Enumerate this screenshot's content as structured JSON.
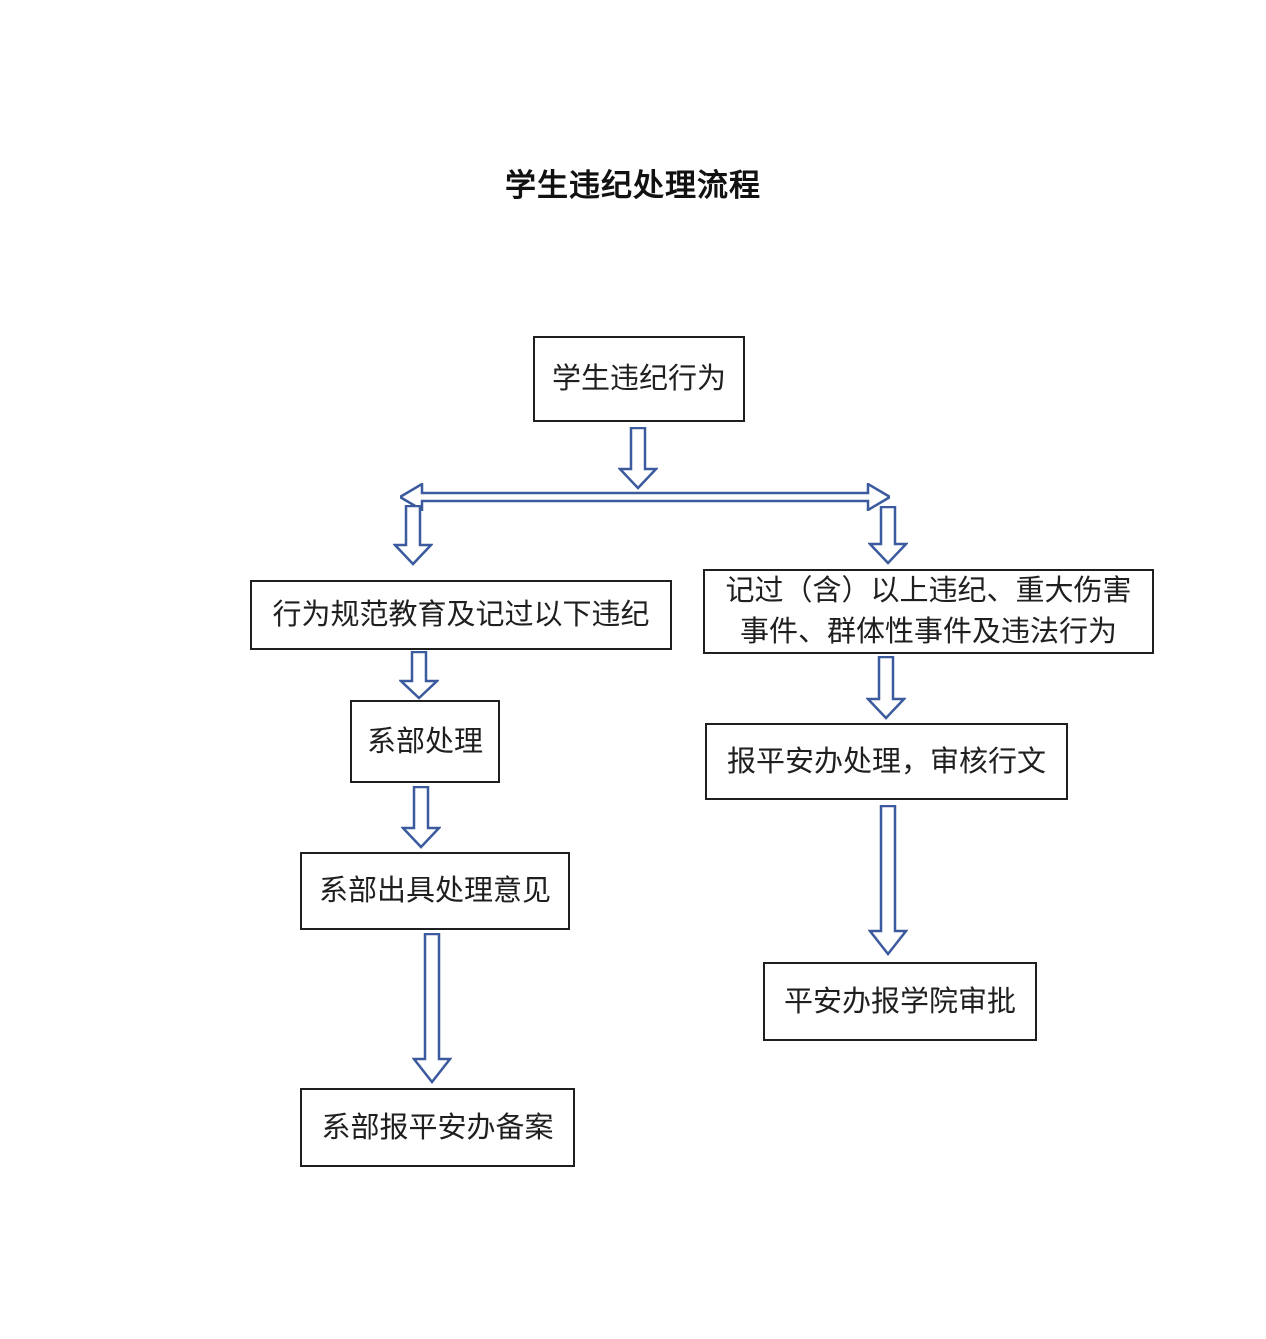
{
  "page": {
    "title": "学生违纪处理流程"
  },
  "colors": {
    "arrow": "#3b5b9e",
    "box_border": "#1f1f1f",
    "text": "#1f1f1f",
    "page_bg": "#ffffff"
  },
  "flowchart": {
    "nodes": {
      "start": {
        "label": "学生违纪行为"
      },
      "left_branch": {
        "label": "行为规范教育及记过以下违纪"
      },
      "right_branch": {
        "label_line1": "记过（含）以上违纪、重大伤害",
        "label_line2": "事件、群体性事件及违法行为"
      },
      "dept_handle": {
        "label": "系部处理"
      },
      "dept_opinion": {
        "label": "系部出具处理意见"
      },
      "dept_file": {
        "label": "系部报平安办备案"
      },
      "pingan_handle": {
        "label": "报平安办处理，审核行文"
      },
      "pingan_approve": {
        "label": "平安办报学院审批"
      }
    },
    "connectors": [
      "start -> split",
      "split (double-headed horizontal)",
      "split -> left_branch",
      "split -> right_branch",
      "left_branch -> dept_handle",
      "dept_handle -> dept_opinion",
      "dept_opinion -> dept_file",
      "right_branch -> pingan_handle",
      "pingan_handle -> pingan_approve"
    ]
  }
}
